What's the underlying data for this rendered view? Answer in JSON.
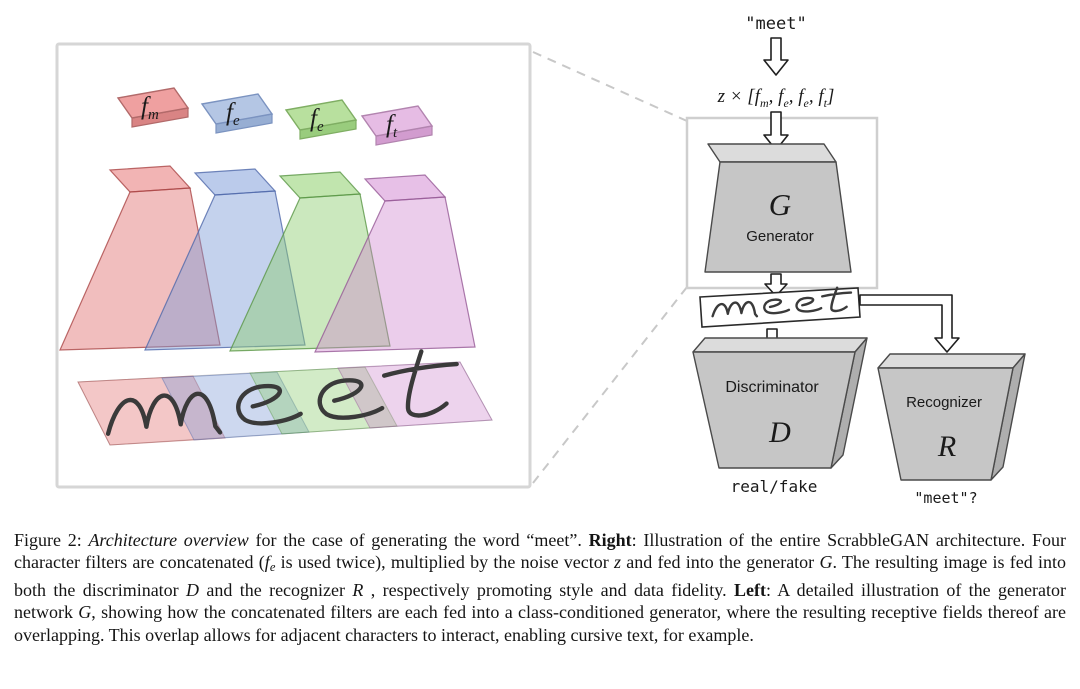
{
  "figure": {
    "left": {
      "word_label": "meet",
      "filters": [
        {
          "name": "f",
          "sub": "m",
          "color": "#efa0a0"
        },
        {
          "name": "f",
          "sub": "e",
          "color": "#b4c6e4"
        },
        {
          "name": "f",
          "sub": "e",
          "color": "#b8e09e"
        },
        {
          "name": "f",
          "sub": "t",
          "color": "#e6bce4"
        }
      ]
    },
    "right": {
      "input_word": "\"meet\"",
      "noise": {
        "prefix": "z × [",
        "seg1": "f",
        "sub1": "m",
        "seg2": ", f",
        "sub2": "e",
        "seg3": ", f",
        "sub3": "e",
        "seg4": ", f",
        "sub4": "t",
        "close": "]"
      },
      "generator": {
        "symbol": "G",
        "label": "Generator"
      },
      "slip_word": "meet",
      "discriminator": {
        "label": "Discriminator",
        "symbol": "D",
        "output": "real/fake"
      },
      "recognizer": {
        "label": "Recognizer",
        "symbol": "R",
        "output": "\"meet\"?"
      }
    }
  },
  "caption": {
    "segments": [
      {
        "text": "Figure 2: "
      },
      {
        "text": "Architecture overview"
      },
      {
        "text": " for the case of generating the word “meet”. "
      },
      {
        "text": "Right"
      },
      {
        "text": ": Illustration of the entire ScrabbleGAN architecture. Four character filters are concatenated ("
      },
      {
        "text": "f"
      },
      {
        "text": "e"
      },
      {
        "text": " is used twice), multiplied by the noise vector "
      },
      {
        "text": "z"
      },
      {
        "text": " and fed into the generator "
      },
      {
        "text": "G"
      },
      {
        "text": ". The resulting image is fed into both the discriminator "
      },
      {
        "text": "D"
      },
      {
        "text": " and the recognizer "
      },
      {
        "text": "R"
      },
      {
        "text": " , respectively promoting style and data fidelity. "
      },
      {
        "text": "Left"
      },
      {
        "text": ": A detailed illustration of the generator network "
      },
      {
        "text": "G"
      },
      {
        "text": ", showing how the concatenated filters are each fed into a class-conditioned generator, where the resulting receptive fields thereof are overlapping. This overlap allows for adjacent characters to interact, enabling cursive text, for example."
      }
    ]
  }
}
